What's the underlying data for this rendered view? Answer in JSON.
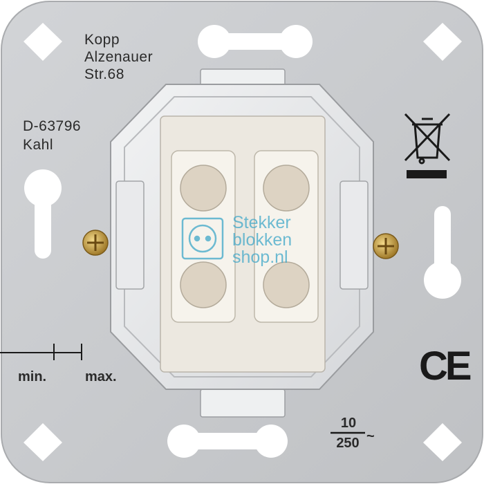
{
  "manufacturer": {
    "name": "Kopp",
    "street": "Alzenauer",
    "number": "Str.68",
    "postcode": "D-63796",
    "city": "Kahl"
  },
  "scale": {
    "min_label": "min.",
    "max_label": "max."
  },
  "rating": {
    "current": "10",
    "voltage": "250",
    "ac_symbol": "~"
  },
  "marks": {
    "ce": "CE",
    "weee_icon": "crossed-bin-icon"
  },
  "watermark": {
    "line1": "Stekker",
    "line2": "blokken",
    "line3": "shop.nl",
    "icon": "socket-icon",
    "color": "#3fa7c9"
  },
  "colors": {
    "plate": "#c9cbce",
    "frame": "#e6e8ea",
    "housing": "#ebe7df",
    "screw": "#c9a04a"
  }
}
